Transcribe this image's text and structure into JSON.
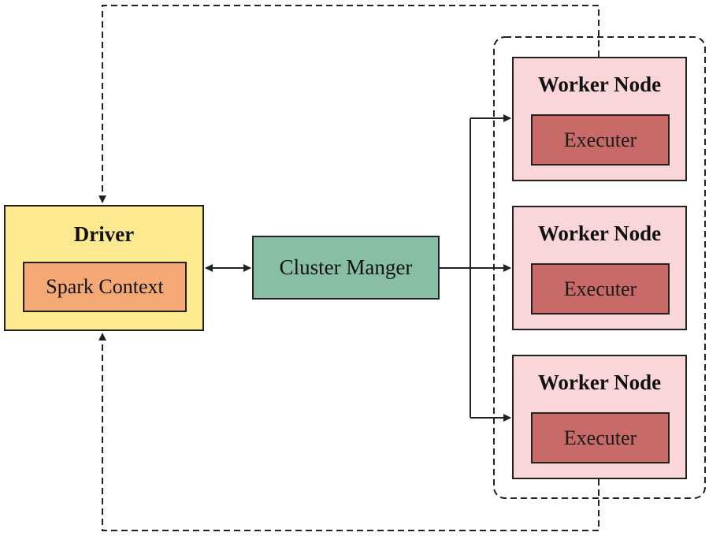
{
  "driver": {
    "title": "Driver",
    "context_label": "Spark Context"
  },
  "cluster_manager": {
    "label": "Cluster Manger"
  },
  "workers": [
    {
      "title": "Worker Node",
      "executor_label": "Executer"
    },
    {
      "title": "Worker Node",
      "executor_label": "Executer"
    },
    {
      "title": "Worker Node",
      "executor_label": "Executer"
    }
  ],
  "colors": {
    "driver": "#fdea90",
    "spark_context": "#f4a873",
    "cluster_manager": "#87bea4",
    "worker_node": "#fad6d8",
    "executor": "#c86a68"
  }
}
